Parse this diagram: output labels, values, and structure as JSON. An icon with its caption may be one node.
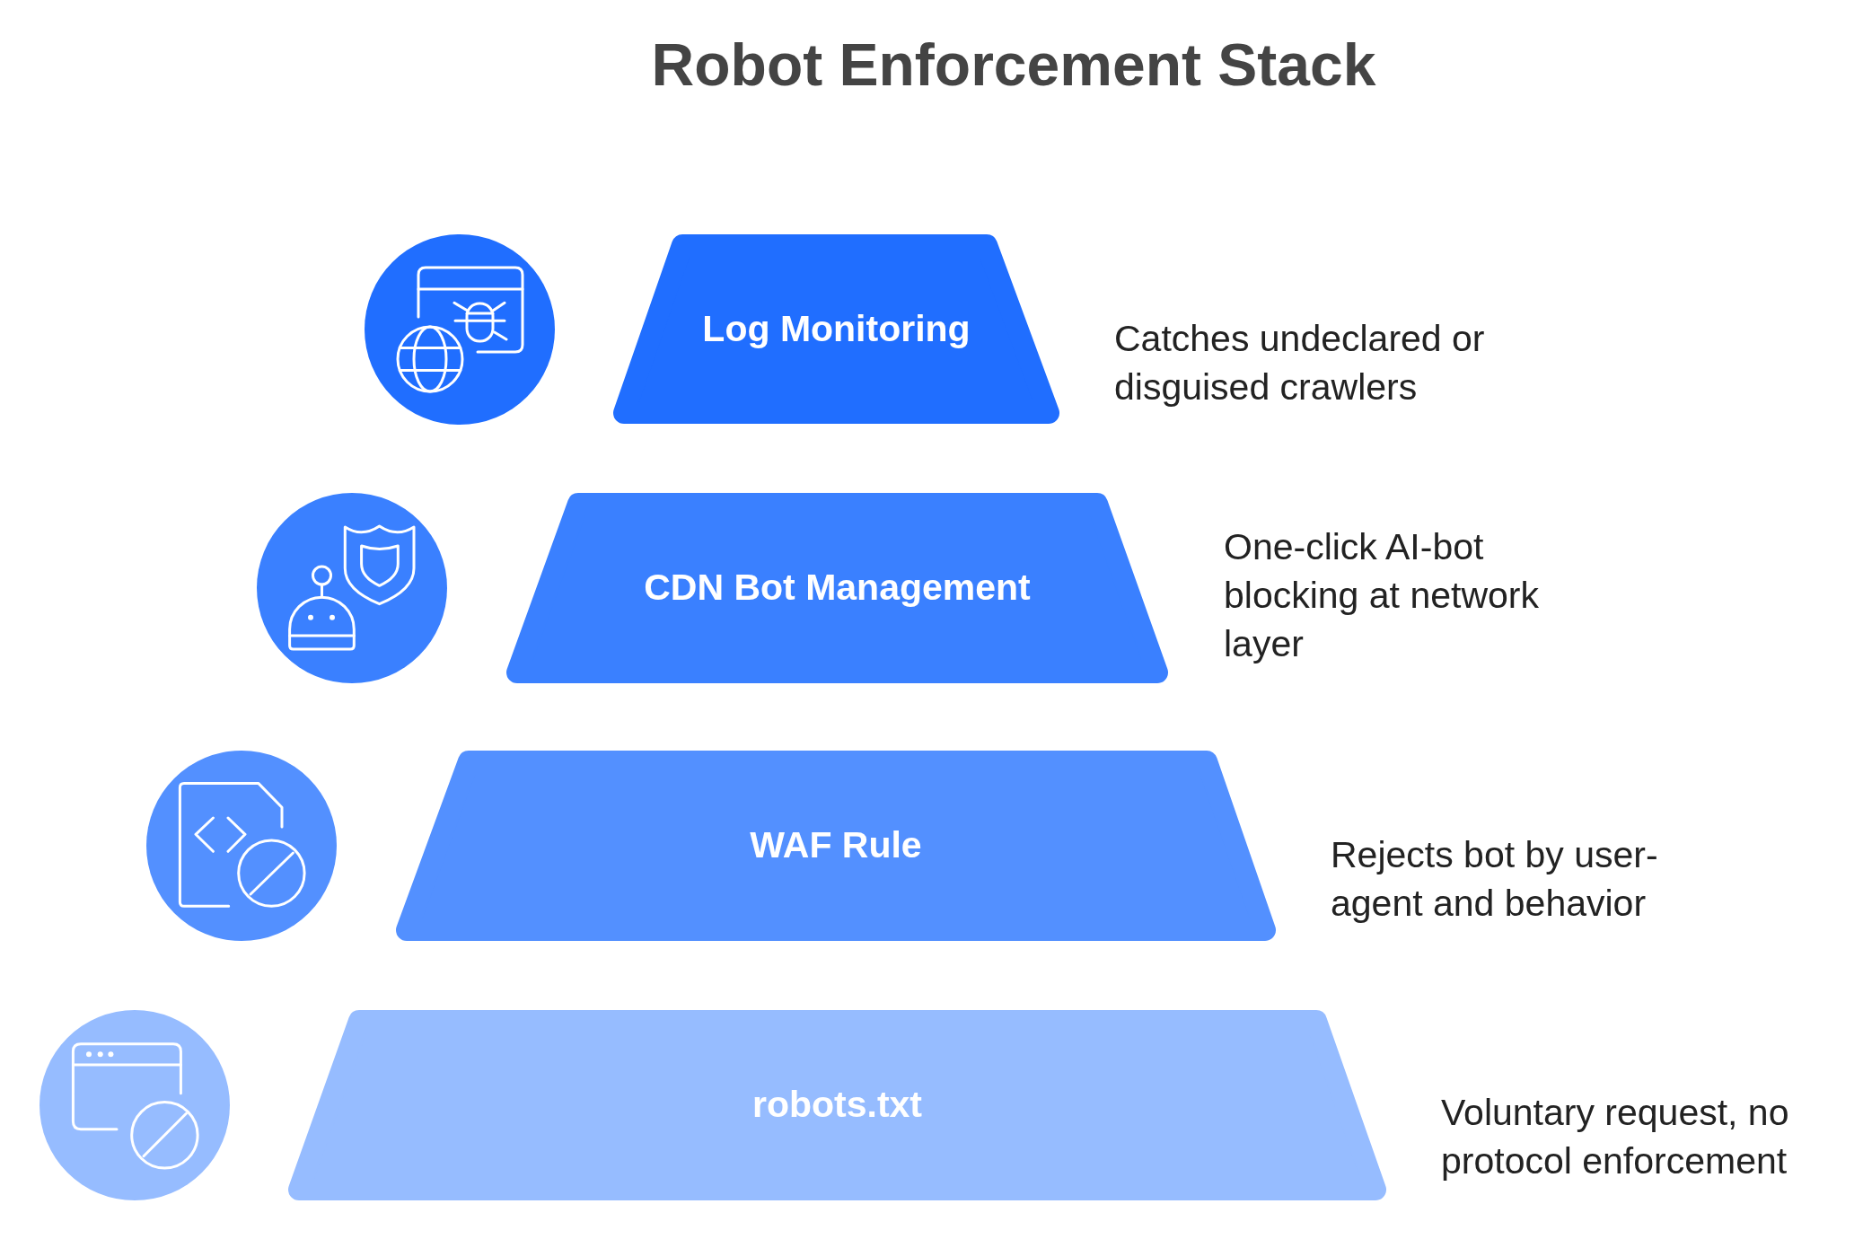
{
  "diagram": {
    "title": "Robot Enforcement Stack",
    "nodes": [
      {
        "text": [
          "Log Monitoring"
        ],
        "beside": [
          "Catches undeclared or disguised crawlers"
        ]
      },
      {
        "text": [
          "CDN Bot Management"
        ],
        "beside": [
          "One-click AI-bot blocking at network layer"
        ]
      },
      {
        "text": [
          "WAF Rule"
        ],
        "beside": [
          "Rejects bot by user-agent and behavior"
        ]
      },
      {
        "text": [
          "robots.txt"
        ],
        "beside": [
          "Voluntary request, no protocol enforcement"
        ]
      }
    ]
  }
}
